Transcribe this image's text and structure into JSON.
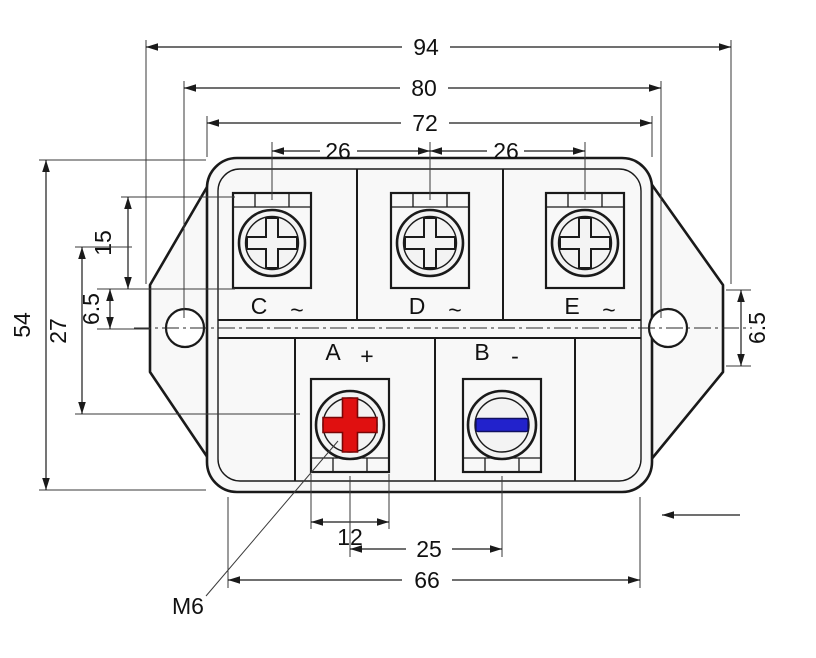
{
  "drawing": {
    "dims": {
      "overall_width": "94",
      "hole_spacing": "80",
      "body_width": "72",
      "terminal_pitch_left": "26",
      "terminal_pitch_right": "26",
      "terminal_height": "15",
      "center_offset_left": "6.5",
      "row_spacing": "27",
      "overall_height": "54",
      "center_offset_right": "6.5",
      "terminal_width": "12",
      "dc_terminal_pitch": "25",
      "base_width": "66"
    },
    "screw_label": "M6",
    "terminals": {
      "ac": [
        {
          "name": "C",
          "symbol": "~"
        },
        {
          "name": "D",
          "symbol": "~"
        },
        {
          "name": "E",
          "symbol": "~"
        }
      ],
      "dc": [
        {
          "name": "A",
          "symbol": "+"
        },
        {
          "name": "B",
          "symbol": "-"
        }
      ]
    },
    "colors": {
      "line": "#1a1a1a",
      "positive_screw": "#e01010",
      "negative_screw": "#2222cc",
      "body_fill": "#f8f8f8"
    }
  }
}
